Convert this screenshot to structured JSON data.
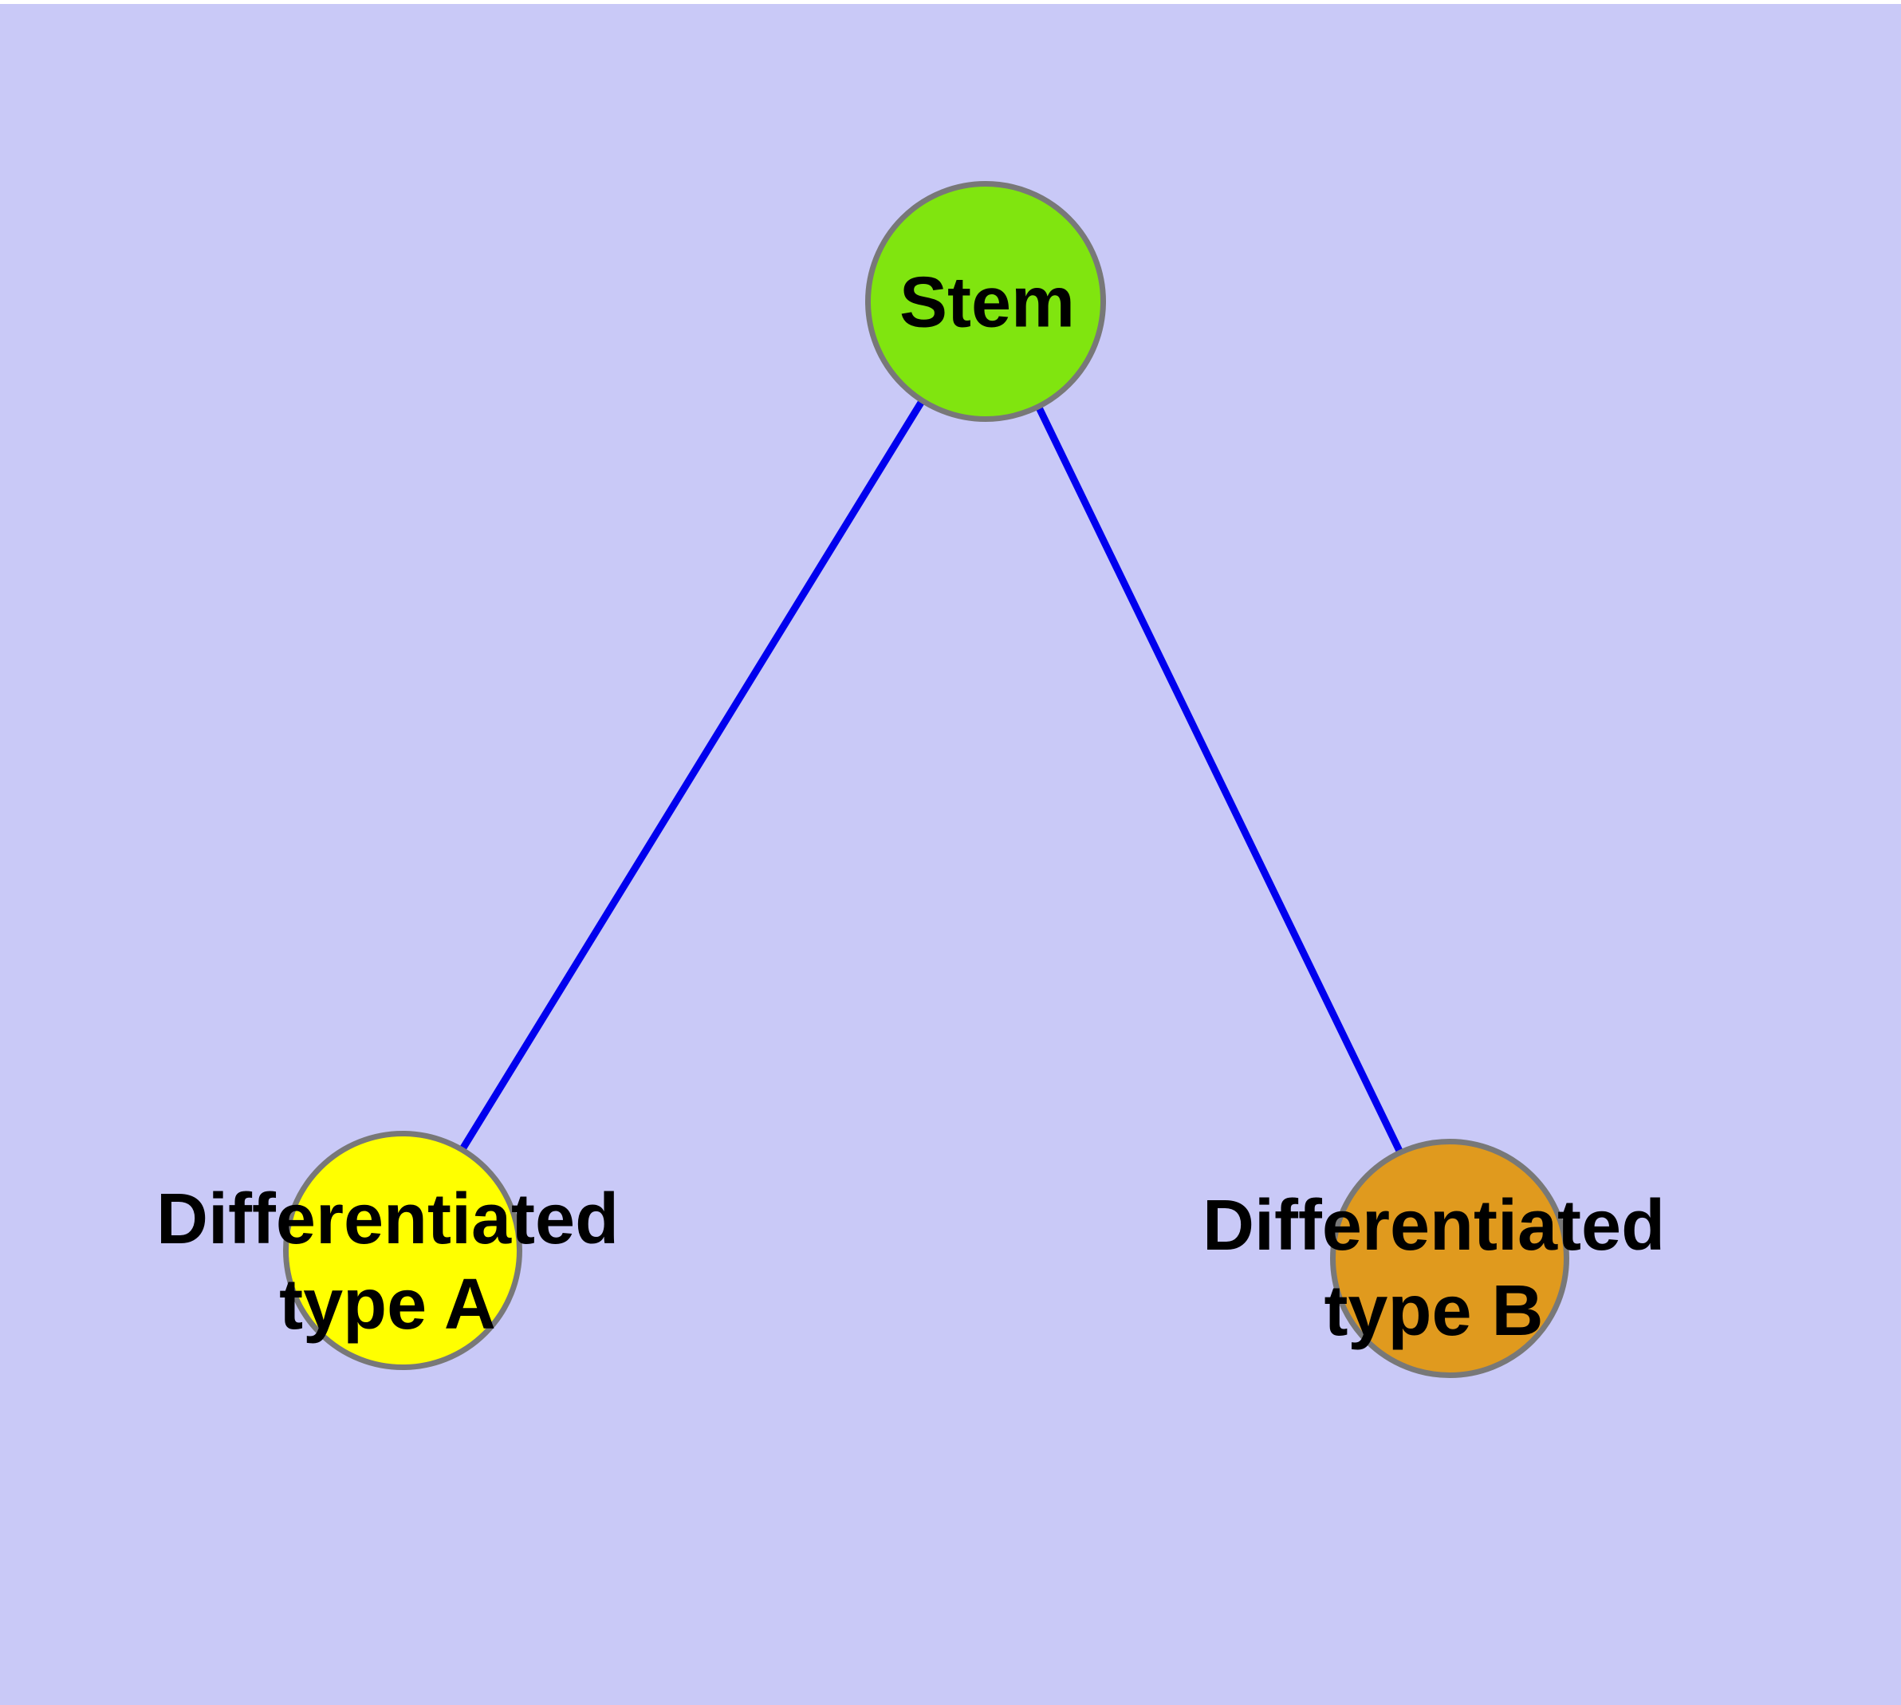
{
  "diagram": {
    "type": "node-link-graph",
    "background_color": "#C9C9F7",
    "top_strip_color": "#FFFFFF",
    "edge_color": "#0000EE",
    "node_border_color": "#787878",
    "nodes": {
      "stem": {
        "label": "Stem",
        "fill": "#80E50F"
      },
      "type_a": {
        "label": "Differentiated type A",
        "lines": [
          "Differentiated",
          "type A"
        ],
        "fill": "#FFFF00"
      },
      "type_b": {
        "label": "Differentiated type B",
        "lines": [
          "Differentiated",
          "type B"
        ],
        "fill": "#E09A1E"
      }
    },
    "edges": [
      {
        "from": "Stem",
        "to": "Differentiated type A"
      },
      {
        "from": "Stem",
        "to": "Differentiated type B"
      }
    ]
  }
}
